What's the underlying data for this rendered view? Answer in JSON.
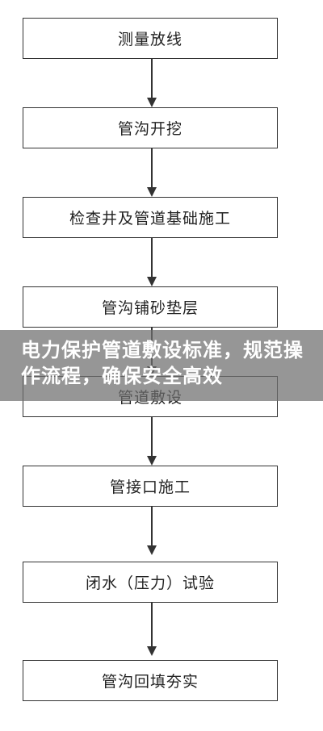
{
  "flowchart": {
    "steps": [
      "测量放线",
      "管沟开挖",
      "检查井及管道基础施工",
      "管沟铺砂垫层",
      "管道敷设",
      "管接口施工",
      "闭水（压力）试验",
      "管沟回填夯实"
    ]
  },
  "overlay": {
    "title": "电力保护管道敷设标准，规范操作流程，确保安全高效"
  },
  "colors": {
    "border": "#333333",
    "overlay_band": "#6e6e6e",
    "overlay_text": "#ffffff"
  }
}
